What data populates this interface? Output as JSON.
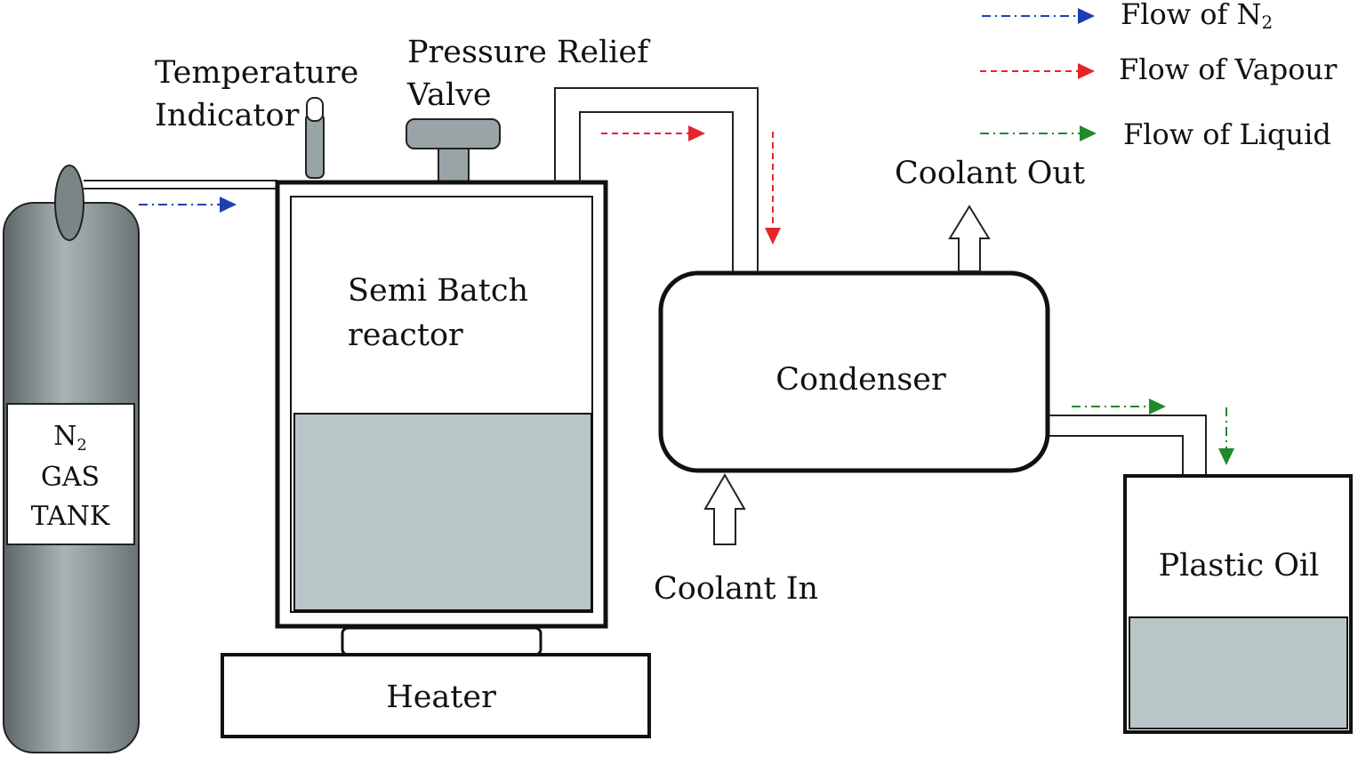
{
  "labels": {
    "temperature_line1": "Temperature",
    "temperature_line2": "Indicator",
    "pressure_line1": "Pressure Relief",
    "pressure_line2": "Valve",
    "reactor_line1": "Semi Batch",
    "reactor_line2": "reactor",
    "condenser": "Condenser",
    "coolant_out": "Coolant Out",
    "coolant_in": "Coolant In",
    "heater": "Heater",
    "plastic_oil": "Plastic Oil",
    "tank_line1": "N",
    "tank_line1_sub": "2",
    "tank_line2": "GAS",
    "tank_line3": "TANK"
  },
  "legend": {
    "n2": {
      "text": "Flow of N",
      "sub": "2"
    },
    "vapour": {
      "text": "Flow of Vapour"
    },
    "liquid": {
      "text": "Flow of Liquid"
    }
  },
  "colors": {
    "n2_flow": "#1f3fb0",
    "vapour_flow": "#e5252a",
    "liquid_flow": "#1f8a2a",
    "tank_dark": "#5c6668",
    "tank_light": "#aab3b5",
    "liquid_fill": "#b9c6c8",
    "outline": "#111111"
  }
}
